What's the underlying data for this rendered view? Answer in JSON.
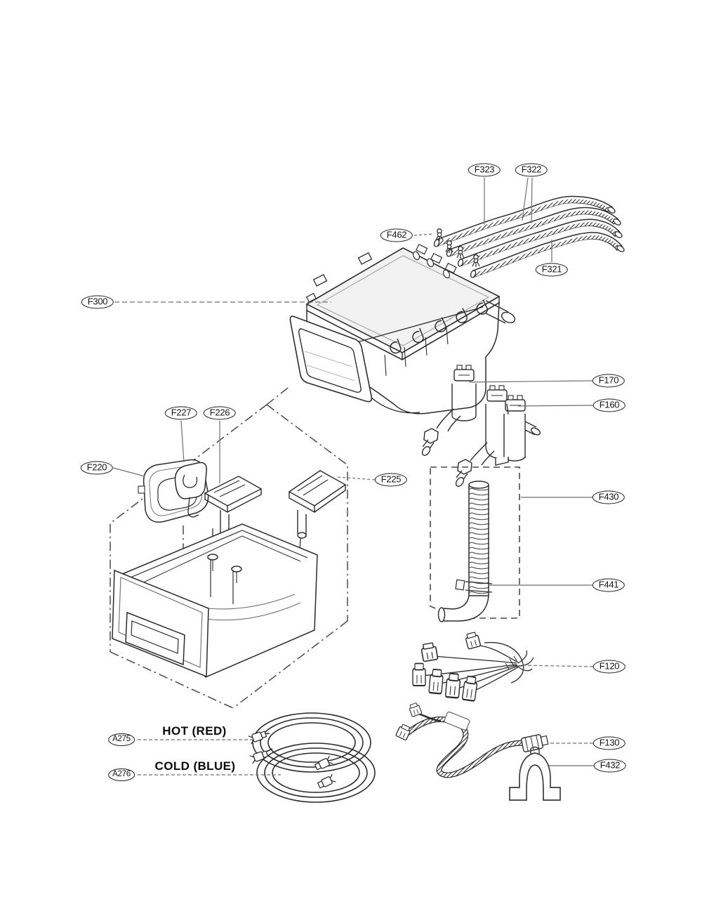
{
  "page": {
    "background": "#ffffff"
  },
  "colors": {
    "line": "#2b2b2b",
    "leader": "#6f6f6f",
    "phantom": "#4a4a4a"
  },
  "callouts": {
    "f323": "F323",
    "f322": "F322",
    "f462": "F462",
    "f321": "F321",
    "f300": "F300",
    "f170": "F170",
    "f160": "F160",
    "f227": "F227",
    "f226": "F226",
    "f220": "F220",
    "f225": "F225",
    "f430": "F430",
    "f441": "F441",
    "f120": "F120",
    "f130": "F130",
    "f432": "F432",
    "a275": "A275",
    "a276": "A276"
  },
  "annotations": {
    "hot": "HOT (RED)",
    "cold": "COLD (BLUE)"
  }
}
